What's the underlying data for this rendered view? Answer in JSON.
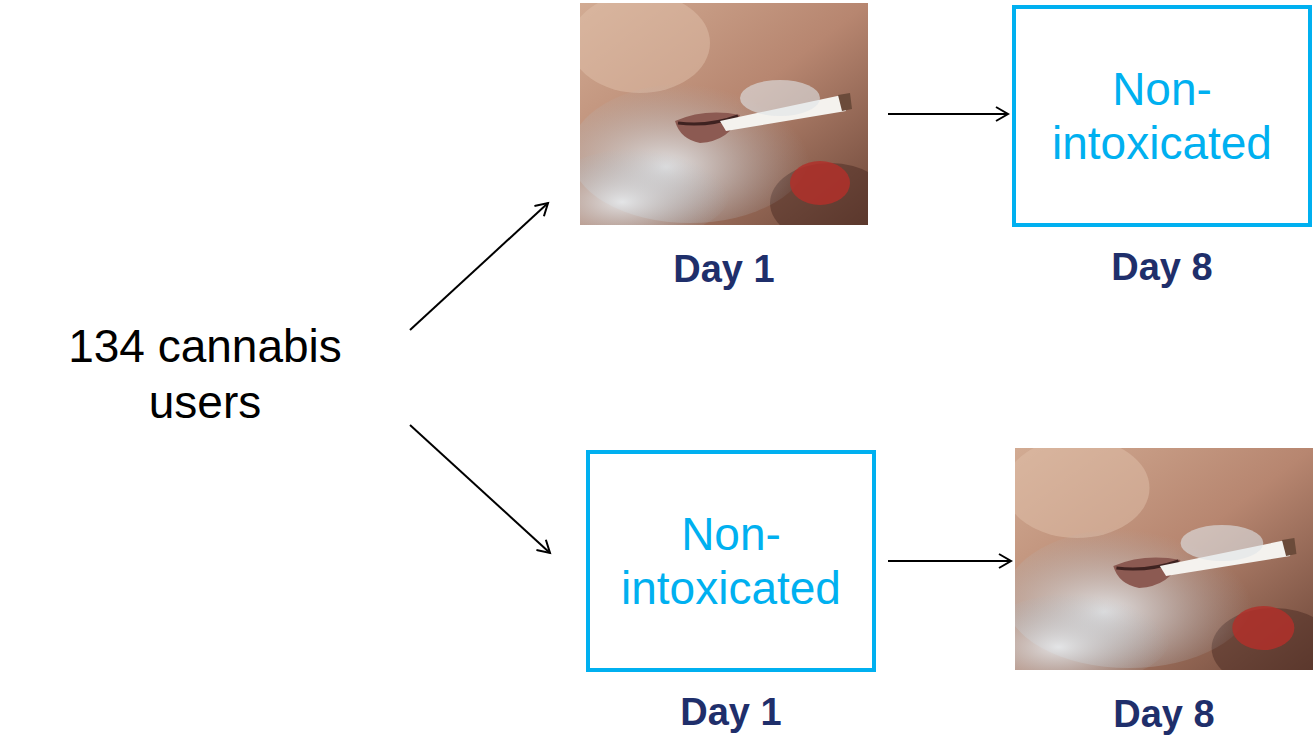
{
  "diagram": {
    "nodes": [
      {
        "text": [
          "134 cannabis users"
        ]
      },
      {
        "text": [
          "Day 1"
        ]
      },
      {
        "text": [
          "Non-intoxicated",
          "Day 8"
        ]
      },
      {
        "text": [
          "Non-intoxicated",
          "Day 1"
        ]
      },
      {
        "text": [
          "Day 8"
        ]
      }
    ],
    "edges": [
      {
        "from": 0,
        "to": 1,
        "arrow": "to"
      },
      {
        "from": 1,
        "to": 2,
        "arrow": "to"
      },
      {
        "from": 0,
        "to": 3,
        "arrow": "to"
      },
      {
        "from": 3,
        "to": 4,
        "arrow": "to"
      }
    ]
  }
}
